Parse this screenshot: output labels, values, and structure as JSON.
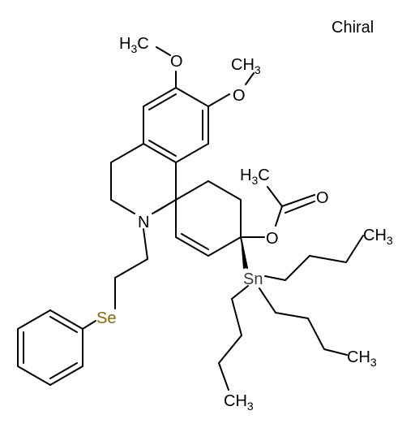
{
  "annotation": "Chiral",
  "atoms": {
    "methyl_top": {
      "main": "H",
      "sub": "3",
      "tail": "C"
    },
    "o_top": "O",
    "o_mid": "O",
    "methyl_mid": {
      "main": "CH",
      "sub": "3"
    },
    "methyl_acetyl": {
      "main": "H",
      "sub": "3",
      "tail": "C"
    },
    "o_carbonyl": "O",
    "o_ester": "O",
    "n": "N",
    "se": "Se",
    "sn": "Sn",
    "methyl_butyl_a": {
      "main": "CH",
      "sub": "3"
    },
    "methyl_butyl_b": {
      "main": "CH",
      "sub": "3"
    },
    "methyl_butyl_c": {
      "main": "CH",
      "sub": "3"
    }
  },
  "colors": {
    "bond": "#000000",
    "text": "#000000",
    "tin": "#3A3A3A",
    "selenium": "#8A6A00"
  }
}
